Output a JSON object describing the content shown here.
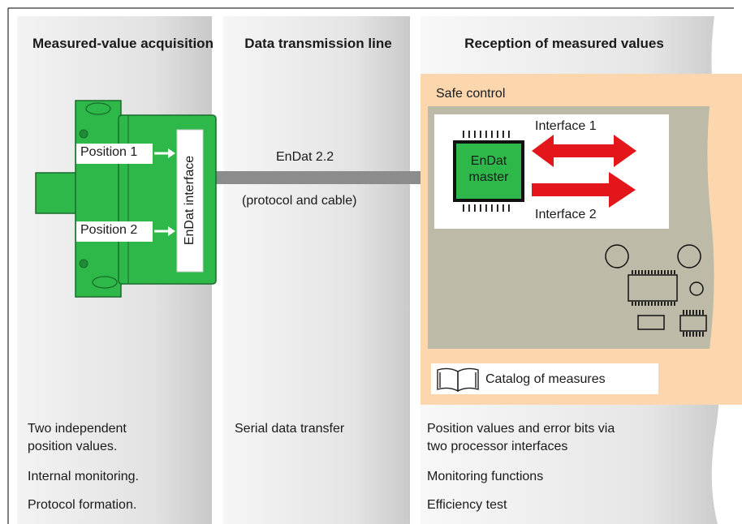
{
  "columns": [
    {
      "heading": "Measured-value\nacquisition"
    },
    {
      "heading": "Data transmission line"
    },
    {
      "heading": "Reception of measured values"
    }
  ],
  "encoder": {
    "position_1": "Position 1",
    "position_2": "Position 2",
    "interface": "EnDat interface"
  },
  "line": {
    "protocol": "EnDat 2.2",
    "note": "(protocol and cable)"
  },
  "control": {
    "title": "Safe control",
    "master": "EnDat\nmaster",
    "interface_1": "Interface 1",
    "interface_2": "Interface 2",
    "catalog": "Catalog of measures",
    "catalog_icon": "book-icon"
  },
  "descriptions": {
    "acquisition": [
      "Two independent\nposition values.",
      "Internal monitoring.",
      "Protocol formation."
    ],
    "transmission": [
      "Serial data transfer"
    ],
    "reception": [
      "Position values and error bits via\ntwo processor interfaces",
      "Monitoring functions",
      "Efficiency test"
    ]
  },
  "colors": {
    "encoder_green": "#2eb84a",
    "arrow_red": "#e3161b",
    "control_bg": "#fcd7ae",
    "board_bg": "#bdbaa8",
    "cable_gray": "#8c8c8c"
  }
}
